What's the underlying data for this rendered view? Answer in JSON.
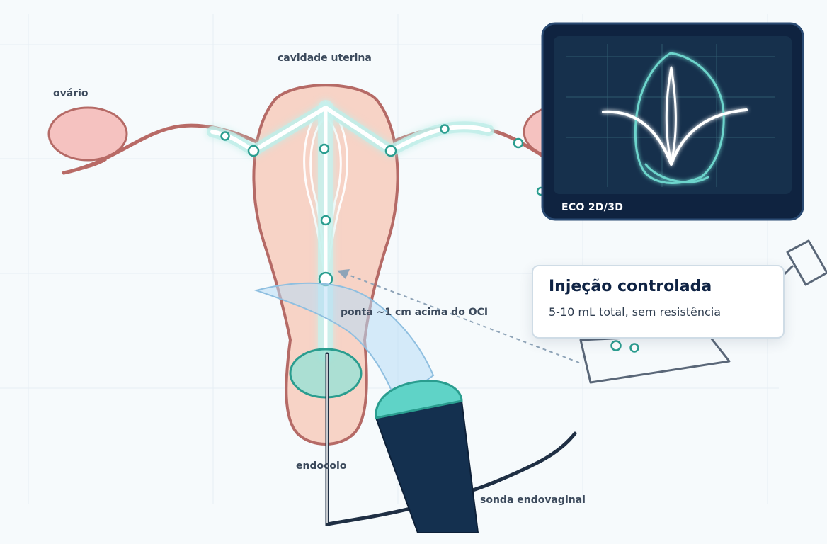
{
  "labels": {
    "ovary": "ovário",
    "cavity": "cavidade uterina",
    "tip": "ponta ~1 cm acima do OCI",
    "endocervix": "endocolo",
    "probe": "sonda endovaginal"
  },
  "monitor": {
    "caption": "ECO 2D/3D"
  },
  "info": {
    "title": "Injeção controlada",
    "subtitle": "5-10 mL total, sem resistência"
  },
  "colors": {
    "uterus_fill": "#f7d3c6",
    "uterus_stroke": "#b56a66",
    "tube": "#b86a66",
    "teal": "#2a9d8f",
    "glow": "#8fe0d6",
    "probe": "#14304f",
    "probe_tip": "#5fd3c7",
    "monitor_bg": "#0f2340",
    "monitor_screen": "#16304c",
    "monitor_line": "#6dd5cc"
  }
}
